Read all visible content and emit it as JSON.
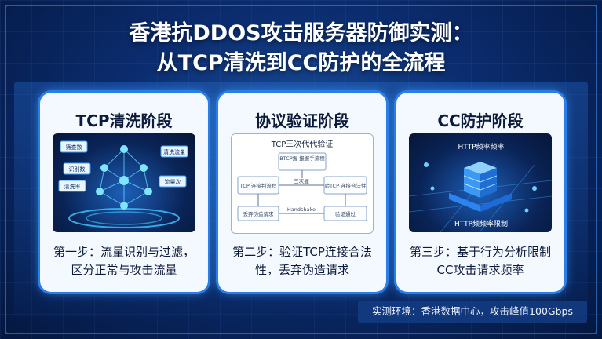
{
  "title": {
    "line1": "香港抗DDOS攻击服务器防御实测：",
    "line2": "从TCP清洗到CC防护的全流程"
  },
  "cards": [
    {
      "title": "TCP清洗阶段",
      "desc": "第一步：流量识别与过滤，区分正常与攻击流量",
      "img_labels": [
        "筛查数",
        "识别数",
        "清洗率",
        "清洗流量",
        "流量次"
      ]
    },
    {
      "title": "协议验证阶段",
      "desc": "第二步：验证TCP连接合法性，丢弃伪造请求",
      "img_title": "TCP三次代代验证",
      "img_boxes": [
        "BTCP握\n报握手流程",
        "TCP\n连接判流程",
        "验TCP\n连接合法性",
        "丢弃伪造请求",
        "验证通过"
      ],
      "img_arrows": [
        "三次握",
        "Handshake"
      ]
    },
    {
      "title": "CC防护阶段",
      "desc": "第三步：基于行为分析限制CC攻击请求频率",
      "img_labels": [
        "HTTP频率频率",
        "HTTP频频率限制"
      ]
    }
  ],
  "footer": "实测环境：香港数据中心，攻击峰值100Gbps"
}
